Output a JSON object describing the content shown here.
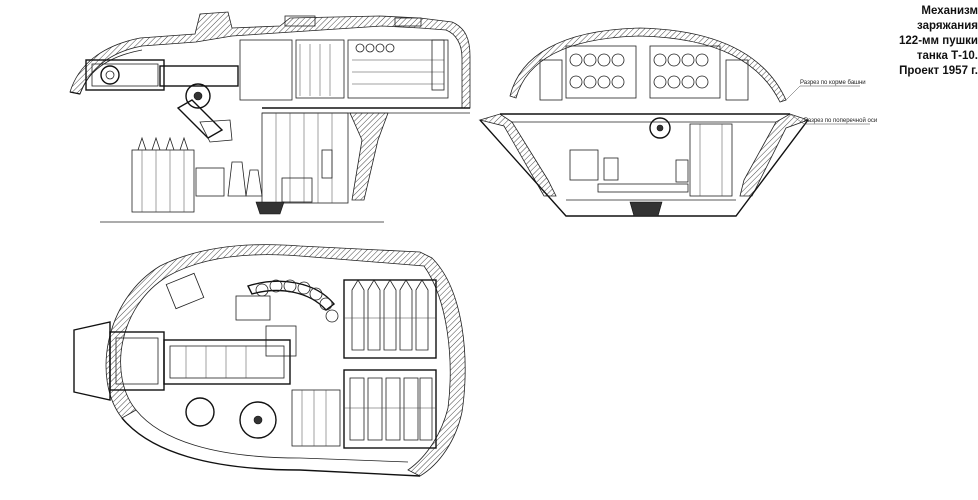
{
  "caption": {
    "lines": [
      "Механизм",
      "заряжания",
      "122-мм пушки",
      "танка Т-10.",
      "Проект 1957 г."
    ]
  },
  "front_view": {
    "label_upper": "Разрез по корме башни",
    "label_lower": "Разрез по поперечной оси"
  }
}
